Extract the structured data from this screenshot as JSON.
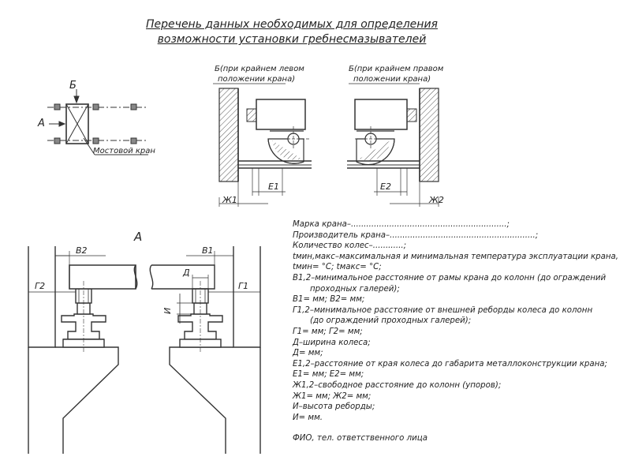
{
  "title": {
    "line1": "Перечень данных необходимых для определения",
    "line2": "возможности установки гребнесмазывателей"
  },
  "views": {
    "b_left": {
      "line1": "Б(при крайнем левом",
      "line2": "положении крана)"
    },
    "b_right": {
      "line1": "Б(при крайнем правом",
      "line2": "положении крана)"
    },
    "view_a": "А"
  },
  "plan": {
    "arrow_a": "А",
    "arrow_b": "Б",
    "crane_label": "Мостовой кран"
  },
  "dims": {
    "e1": "Е1",
    "e2": "Е2",
    "zh1": "Ж1",
    "zh2": "Ж2",
    "v1": "В1",
    "v2": "В2",
    "g1": "Г1",
    "g2": "Г2",
    "d": "Д",
    "i": "И"
  },
  "form": [
    "Марка крана–.............................................................;",
    "Производитель крана–.........................................................;",
    "Количество колес–............;",
    "tмин,макс–максимальная и минимальная температура эксплуатации крана,",
    "tмин=              °С;       tмакс=            °С;",
    "В1,2–минимальное расстояние от рамы крана до колонн (до ограждений",
    "проходных галерей);",
    "В1=                 мм;      В2=                  мм;",
    "Г1,2–минимальное расстояние от внешней реборды колеса до колонн",
    "(до ограждений проходных галерей);",
    "Г1=                 мм;      Г2=                  мм;",
    "Д–ширина колеса;",
    "Д=                  мм;",
    "Е1,2–расстояние от края колеса до габарита металлоконструкции крана;",
    "Е1=                 мм;      Е2=                  мм;",
    "Ж1,2–свободное расстояние до колонн (упоров);",
    "Ж1=                 мм;      Ж2=                  мм;",
    "И–высота реборды;",
    "И=                  мм.",
    "ФИО, тел. ответственного лица"
  ]
}
